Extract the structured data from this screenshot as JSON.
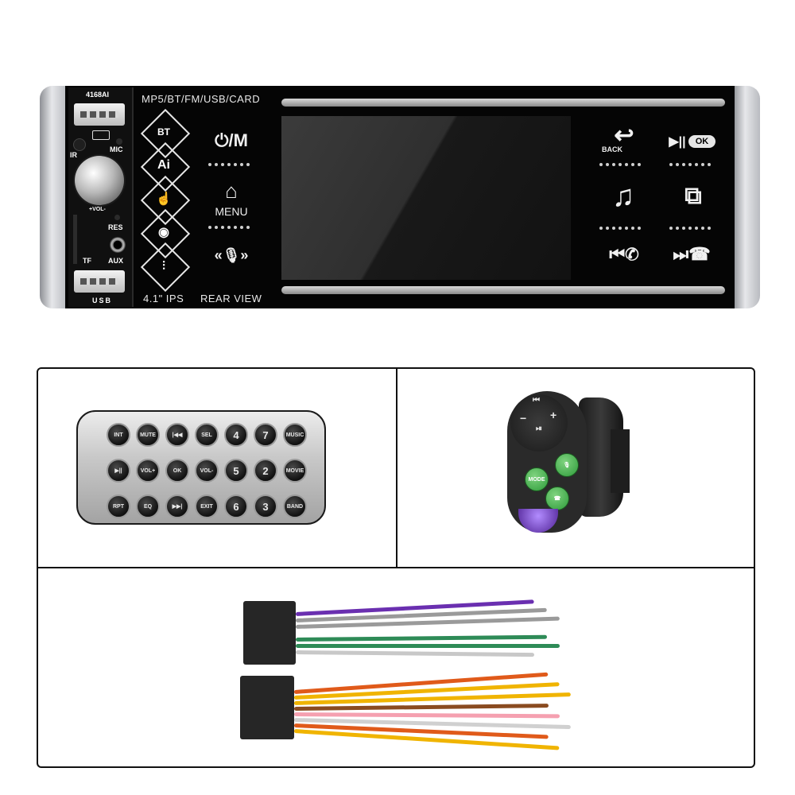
{
  "unit": {
    "model": "4168AI",
    "formats": "MP5/BT/FM/USB/CARD",
    "screen_size": "4.1\" IPS",
    "rear_view": "REAR VIEW",
    "left_labels": {
      "ir": "IR",
      "mic": "MIC",
      "vol": "+VOL-",
      "res": "RES",
      "tf": "TF",
      "aux": "AUX",
      "usb": "USB"
    },
    "power_mode": "⏻/M",
    "menu": "MENU",
    "hex_buttons": [
      "BT",
      "Ai",
      "",
      "",
      ""
    ],
    "back": "BACK",
    "ok": "OK"
  },
  "remote_keys": [
    [
      "INT",
      "MUTE",
      "|◀◀",
      "SEL",
      "4",
      "7",
      "MUSIC"
    ],
    [
      "▶||",
      "VOL+",
      "OK",
      "VOL-",
      "5",
      "2",
      "MOVIE"
    ],
    [
      "RPT",
      "EQ",
      "▶▶|",
      "EXIT",
      "6",
      "3",
      "BAND"
    ]
  ],
  "wheel_remote": {
    "mode": "MODE"
  },
  "colors": {
    "unit_body": "#050505",
    "wheel_button_green": "#2e9b3a",
    "wheel_light_purple": "#4b1d8f"
  }
}
